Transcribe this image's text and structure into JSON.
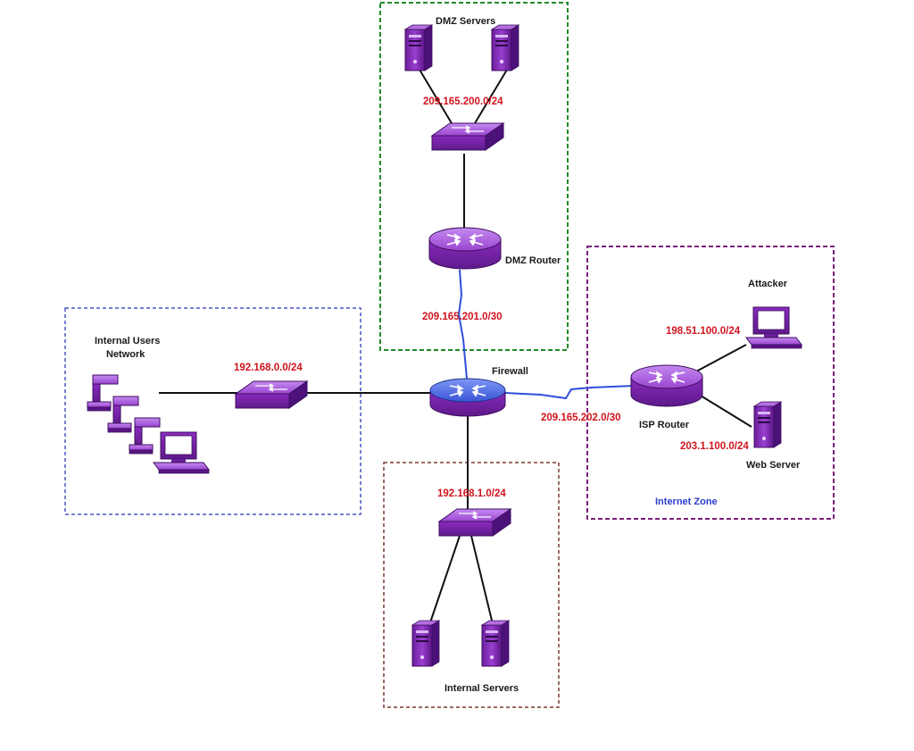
{
  "zones": {
    "dmz": {
      "border_color": "#1f8a2a"
    },
    "internal_users": {
      "border_color": "#4a55c0"
    },
    "internal_servers": {
      "border_color": "#7a3b2e"
    },
    "internet": {
      "border_color": "#7a1f7a",
      "label": "Internet Zone"
    }
  },
  "labels": {
    "dmz_servers": "DMZ Servers",
    "dmz_router": "DMZ Router",
    "firewall": "Firewall",
    "internal_users_line1": "Internal Users",
    "internal_users_line2": "Network",
    "internal_servers": "Internal Servers",
    "isp_router": "ISP Router",
    "attacker": "Attacker",
    "web_server": "Web Server"
  },
  "networks": {
    "dmz_lan": "209.165.200.0/24",
    "dmz_link": "209.165.201.0/30",
    "internal_users": "192.168.0.0/24",
    "internal_servers": "192.168.1.0/24",
    "isp_link": "209.165.202.0/30",
    "attacker_net": "198.51.100.0/24",
    "web_net": "203.1.100.0/24"
  },
  "colors": {
    "device_purple": "#8a2bbf",
    "device_dark": "#5a1a85",
    "device_light": "#b46fe0",
    "firewall_blue": "#3a55d6",
    "link_black": "#111111",
    "link_blue": "#2f4fd8",
    "network_text": "#d0141e"
  }
}
